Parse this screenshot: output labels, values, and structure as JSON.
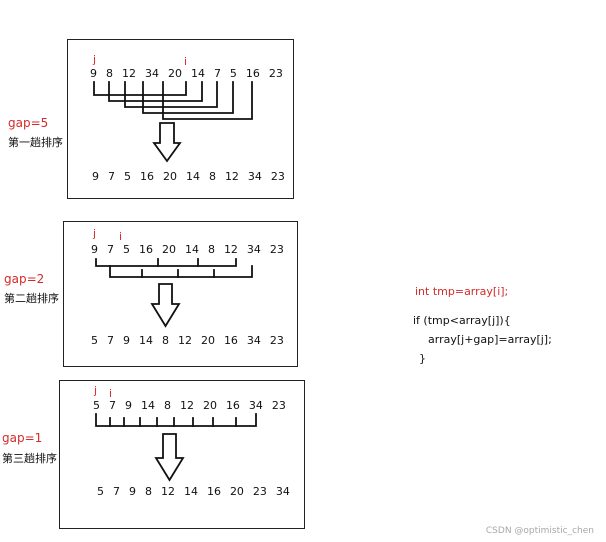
{
  "colors": {
    "red": "#d42a2a",
    "stroke": "#222222"
  },
  "passes": [
    {
      "gap_label": "gap=5",
      "pass_label": "第一趟排序",
      "j_label": "j",
      "i_label": "i",
      "sequence": "9  8  12  34  20  14  7  5  16  23",
      "result": "9  7  5  16  20  14  8  12  34  23"
    },
    {
      "gap_label": "gap=2",
      "pass_label": "第二趟排序",
      "j_label": "j",
      "i_label": "i",
      "sequence": "9  7  5  16  20  14  8  12  34  23",
      "result": "5  7  9  14  8  12  20  16  34  23"
    },
    {
      "gap_label": "gap=1",
      "pass_label": "第三趟排序",
      "j_label": "j",
      "i_label": "i",
      "sequence": "5  7  9  14  8  12  20  16  34  23",
      "result": "5  7  9  8  12  14  16  20  23  34"
    }
  ],
  "code": {
    "line1": "int tmp=array[i];",
    "line2": "if (tmp<array[j]){",
    "line3": "array[j+gap]=array[j];",
    "line4": "}"
  },
  "watermark": "CSDN @optimistic_chen"
}
